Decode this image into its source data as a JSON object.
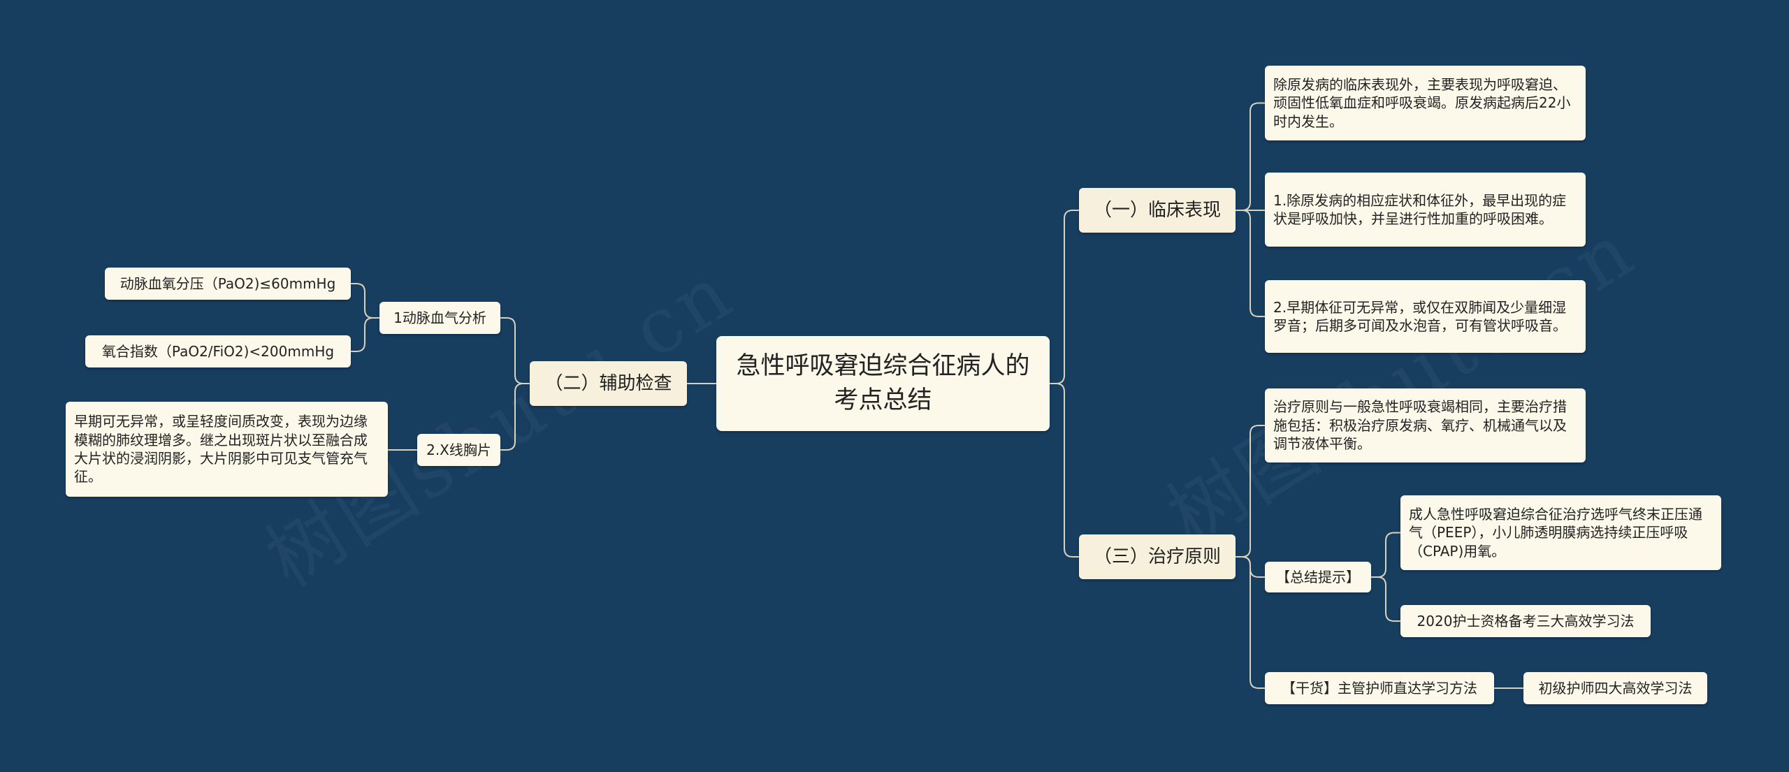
{
  "colors": {
    "background": "#173d5f",
    "node": "#fcf9eb",
    "line": "#d8d2bf"
  },
  "root": {
    "label": "急性呼吸窘迫综合征病人的考点总结"
  },
  "branches": {
    "clinical": {
      "label": "（一）临床表现",
      "items": [
        "除原发病的临床表现外，主要表现为呼吸窘迫、顽固性低氧血症和呼吸衰竭。原发病起病后22小时内发生。",
        "1.除原发病的相应症状和体征外，最早出现的症状是呼吸加快，并呈进行性加重的呼吸困难。",
        "2.早期体征可无异常，或仅在双肺闻及少量细湿罗音；后期多可闻及水泡音，可有管状呼吸音。"
      ]
    },
    "treatment": {
      "label": "（三）治疗原则",
      "principle": "治疗原则与一般急性呼吸衰竭相同，主要治疗措施包括：积极治疗原发病、氧疗、机械通气以及调节液体平衡。",
      "summary": {
        "label": "【总结提示】",
        "items": [
          "成人急性呼吸窘迫综合征治疗选呼气终末正压通气（PEEP），小儿肺透明膜病选持续正压呼吸（CPAP)用氧。",
          "2020护士资格备考三大高效学习法"
        ]
      },
      "dry": {
        "label": "【干货】主管护师直达学习方法",
        "child": "初级护师四大高效学习法"
      }
    },
    "auxiliary": {
      "label": "（二）辅助检查",
      "blood_gas": {
        "label": "1动脉血气分析",
        "items": [
          "动脉血氧分压（PaO2)≤60mmHg",
          "氧合指数（PaO2/FiO2)<200mmHg"
        ]
      },
      "xray": {
        "label": "2.X线胸片",
        "detail": "早期可无异常，或呈轻度间质改变，表现为边缘模糊的肺纹理增多。继之出现斑片状以至融合成大片状的浸润阴影，大片阴影中可见支气管充气征。"
      }
    }
  }
}
